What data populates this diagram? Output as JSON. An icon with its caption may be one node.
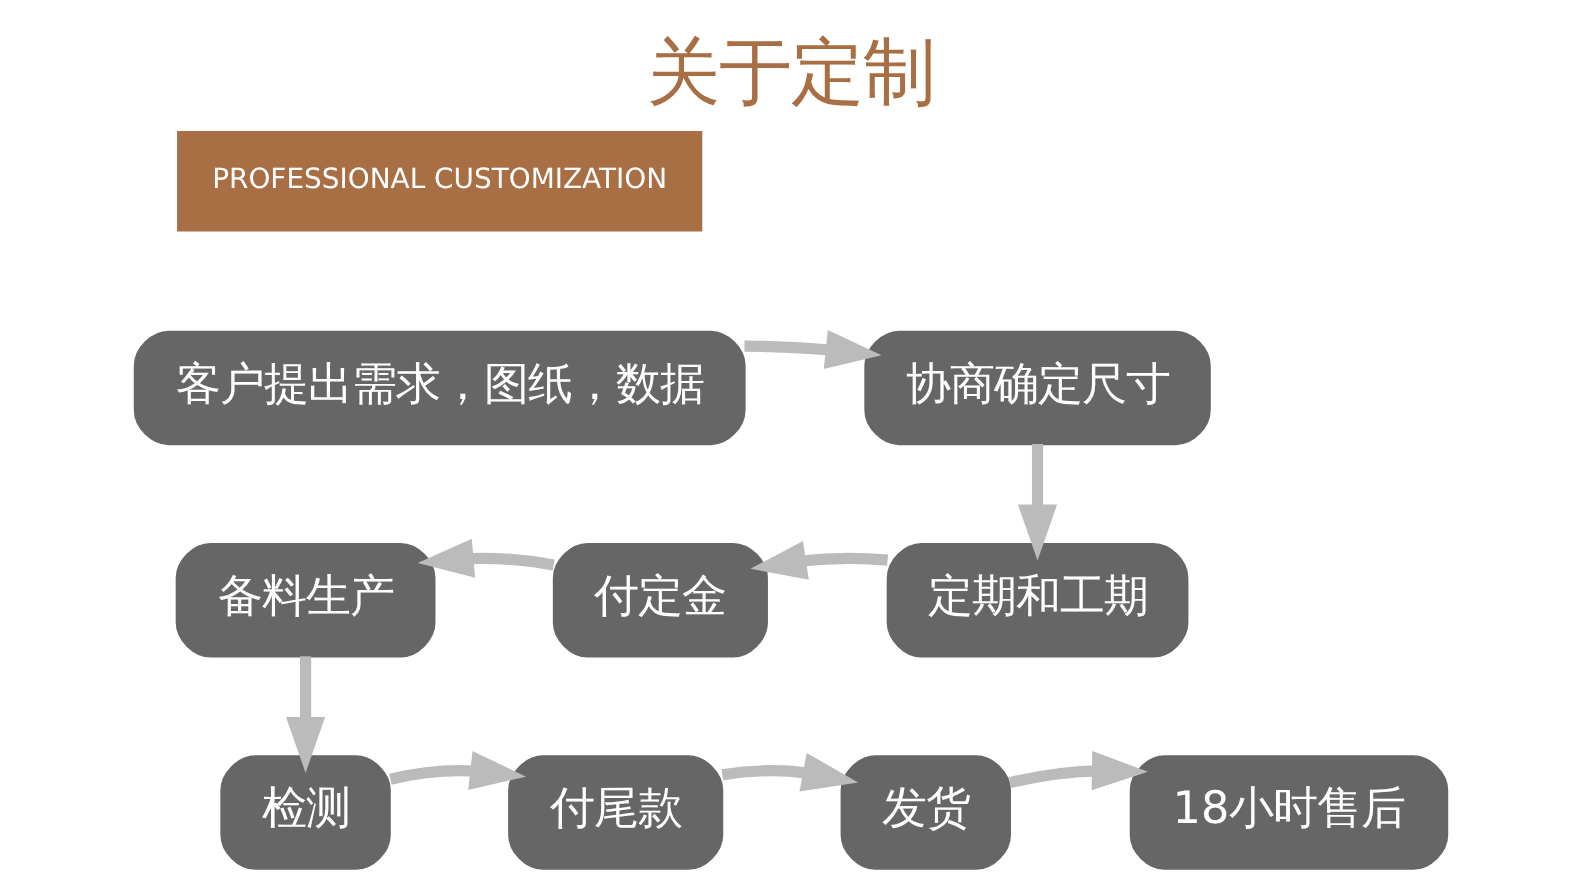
{
  "diagram": {
    "title": "关于定制",
    "nodes": [
      {
        "text": [
          "客户提出需求，图纸，数据"
        ]
      },
      {
        "text": [
          "协商确定尺寸"
        ]
      },
      {
        "text": [
          "定期和工期"
        ]
      },
      {
        "text": [
          "付定金"
        ]
      },
      {
        "text": [
          "备料生产"
        ]
      },
      {
        "text": [
          "检测"
        ]
      },
      {
        "text": [
          "付尾款"
        ]
      },
      {
        "text": [
          "发货"
        ]
      },
      {
        "text": [
          "18小时售后"
        ]
      }
    ],
    "edges": [
      {
        "from": 0,
        "to": 1,
        "arrow": "to"
      },
      {
        "from": 1,
        "to": 2,
        "arrow": "to"
      },
      {
        "from": 2,
        "to": 3,
        "arrow": "to"
      },
      {
        "from": 3,
        "to": 4,
        "arrow": "to"
      },
      {
        "from": 4,
        "to": 5,
        "arrow": "to"
      },
      {
        "from": 5,
        "to": 6,
        "arrow": "to"
      },
      {
        "from": 6,
        "to": 7,
        "arrow": "to"
      },
      {
        "from": 7,
        "to": 8,
        "arrow": "to"
      }
    ],
    "labels": [
      "PROFESSIONAL CUSTOMIZATION"
    ]
  }
}
